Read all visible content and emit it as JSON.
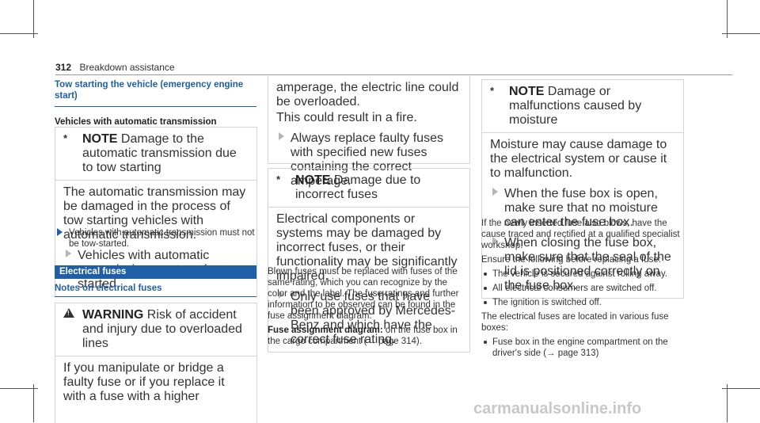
{
  "header": {
    "page_number": "312",
    "section": "Breakdown assistance"
  },
  "col1": {
    "title": "Tow starting the vehicle (emergency engine start)",
    "subheading": "Vehicles with automatic transmission",
    "note1": {
      "label": "NOTE",
      "head_text": "Damage to the automatic transmission due to tow starting",
      "body": "The automatic transmission may be damaged in the process of tow starting vehicles with automatic transmission.",
      "step": "Vehicles with automatic transmission must not be tow-started."
    },
    "instruction": "Vehicles with automatic transmission must not be tow-started.",
    "band": "Electrical fuses",
    "notes_heading": "Notes on electrical fuses",
    "warning": {
      "label": "WARNING",
      "head_text": "Risk of accident and injury due to overloaded lines",
      "body": "If you manipulate or bridge a faulty fuse or if you replace it with a fuse with a higher"
    }
  },
  "col2": {
    "cont_text": "amperage, the electric line could be overloaded.",
    "cont_text2": "This could result in a fire.",
    "cont_step": "Always replace faulty fuses with specified new fuses containing the correct amperage.",
    "note2": {
      "label": "NOTE",
      "head_text": "Damage due to incorrect fuses",
      "body": "Electrical components or systems may be damaged by incorrect fuses, or their functionality may be significantly impaired.",
      "step": "Only use fuses that have been approved by Mercedes-Benz and which have the correct fuse rating."
    },
    "para1": "Blown fuses must be replaced with fuses of the same rating, which you can recognize by the color and the label. The fuse ratings and further information to be observed can be found in the fuse assignment diagram.",
    "para2_bold": "Fuse assignment diagram:",
    "para2_rest": "on the fuse box in the cargo compartment (→ page 314)."
  },
  "col3": {
    "note3": {
      "label": "NOTE",
      "head_text": "Damage or malfunctions caused by moisture",
      "body": "Moisture may cause damage to the electrical system or cause it to malfunction.",
      "step1": "When the fuse box is open, make sure that no moisture can enter the fuse box.",
      "step2": "When closing the fuse box, make sure that the seal of the lid is positioned correctly on the fuse box."
    },
    "para1": "If the newly inserted fuse also blows, have the cause traced and rectified at a qualified specialist workshop.",
    "para2": "Ensure the following before replacing a fuse:",
    "bullets": [
      "The vehicle is secured against rolling away.",
      "All electrical consumers are switched off.",
      "The ignition is switched off."
    ],
    "para3": "The electrical fuses are located in various fuse boxes:",
    "bullet_last": "Fuse box in the engine compartment on the driver's side (→ page 313)"
  },
  "watermark": "carmanualsonline.info"
}
